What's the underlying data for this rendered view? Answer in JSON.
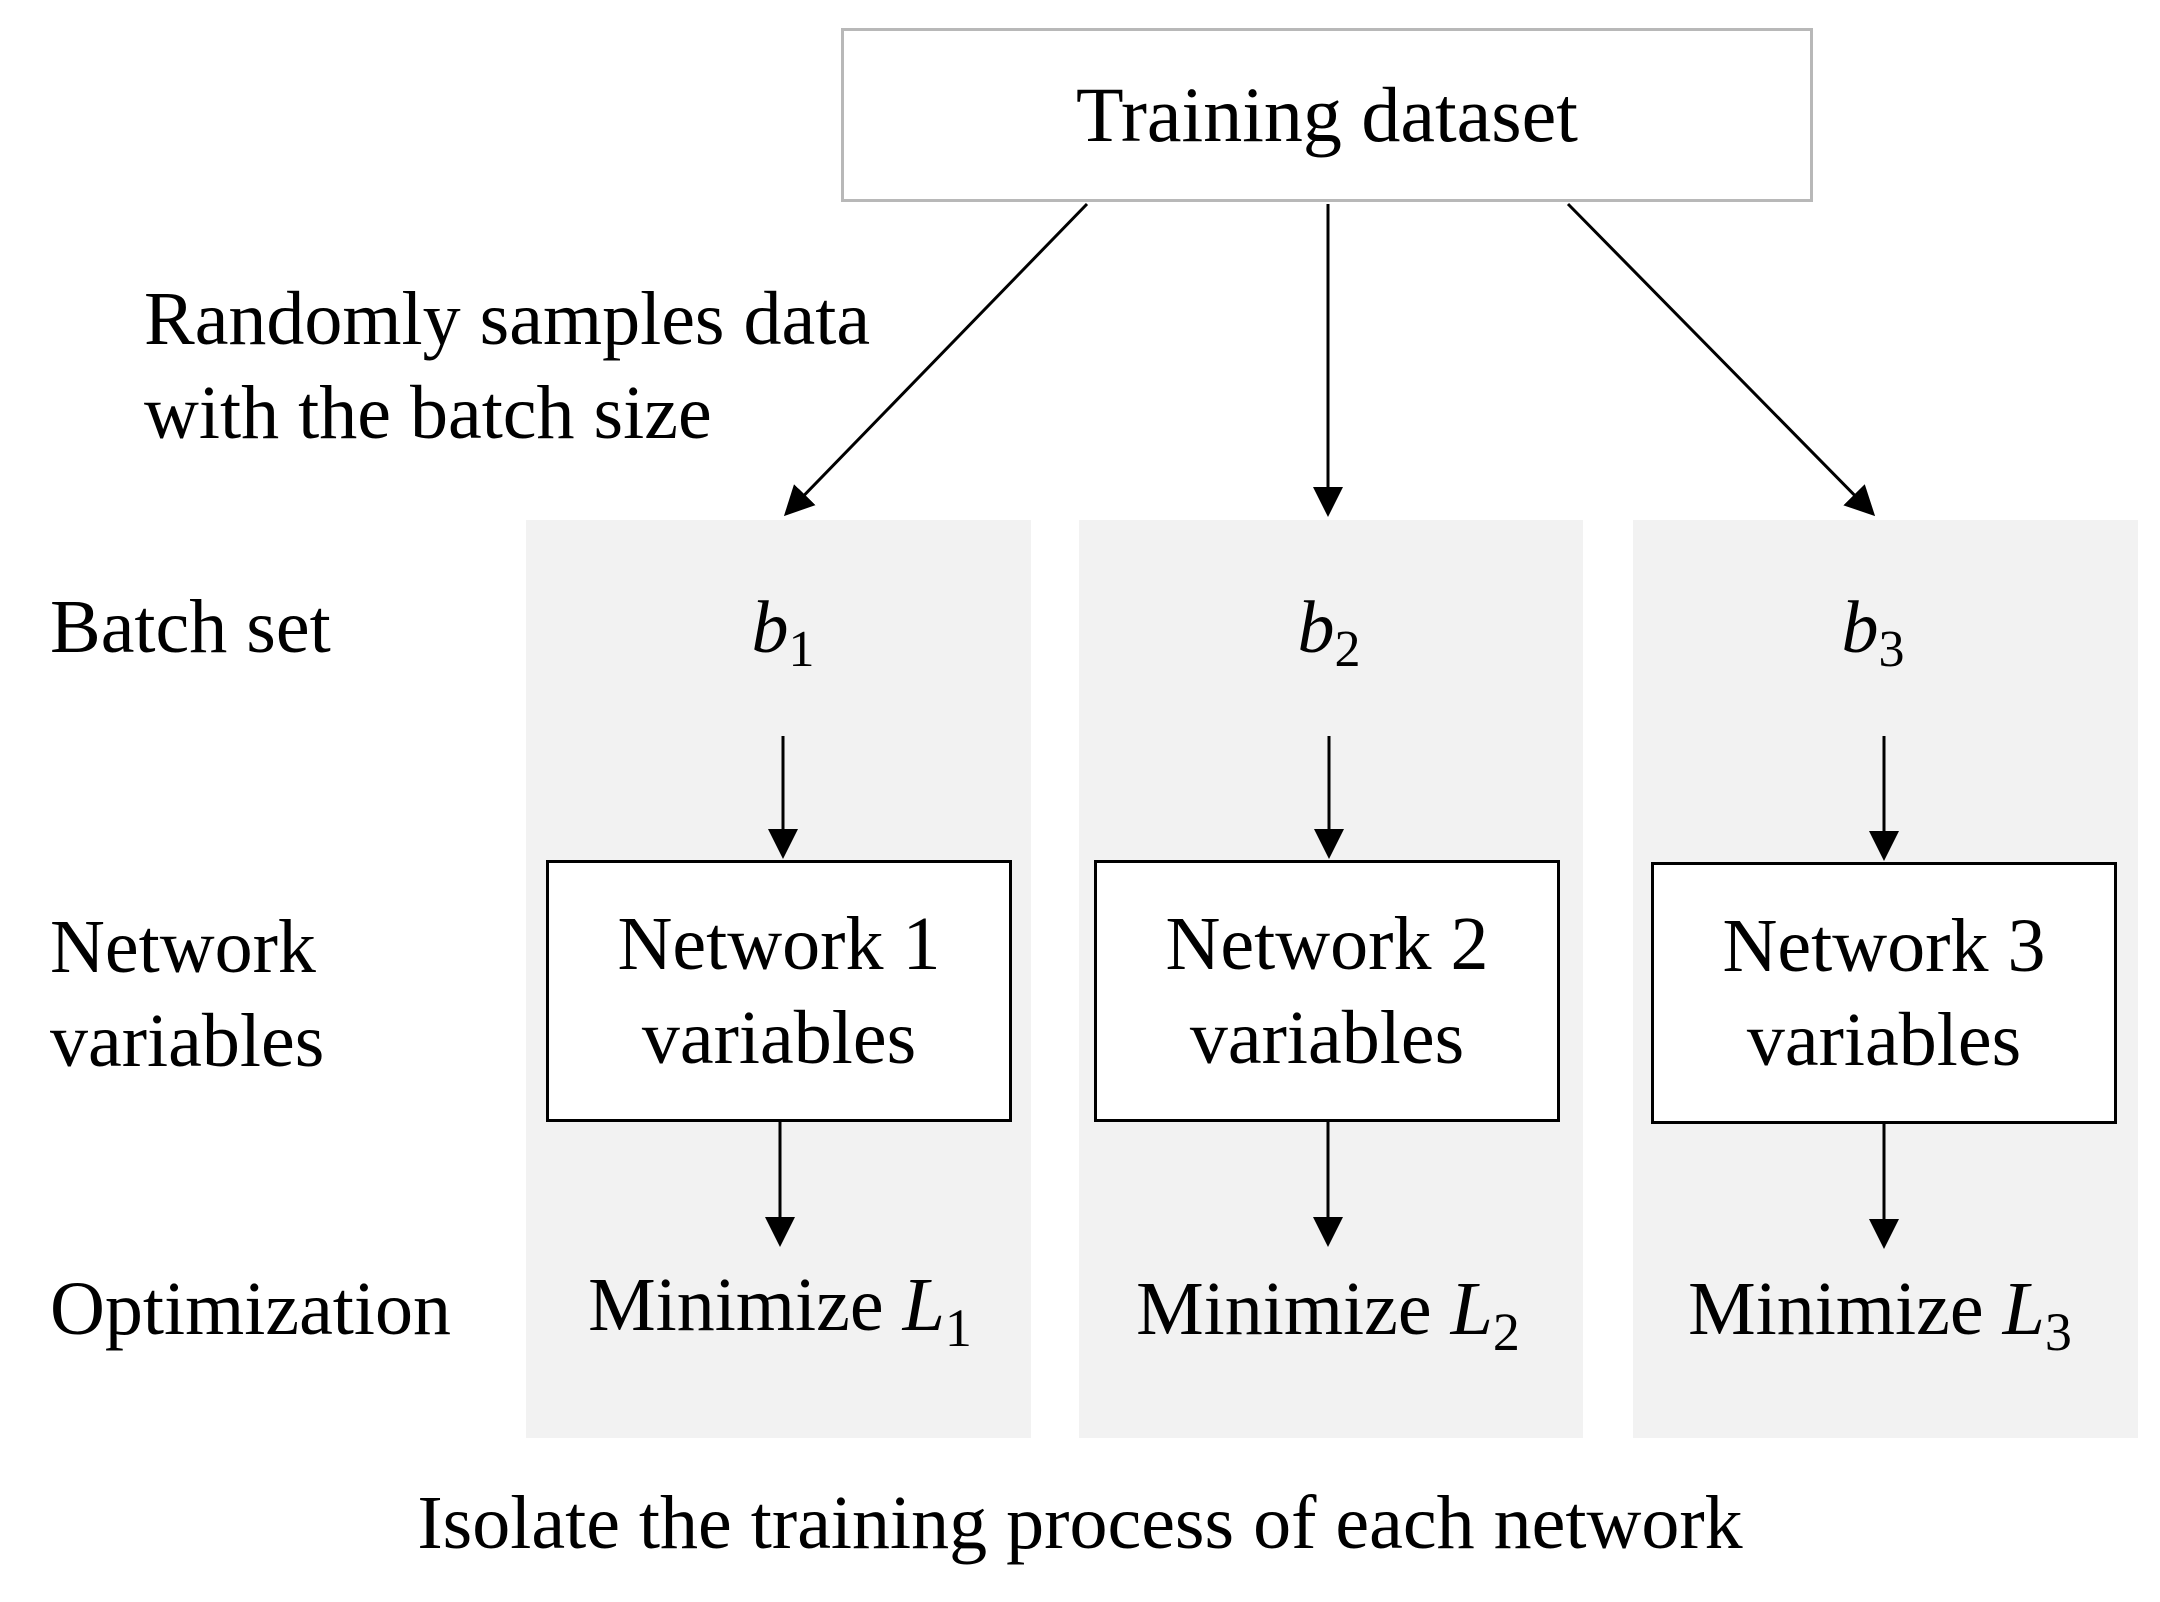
{
  "top_box": "Training dataset",
  "sampling_label": [
    "Randomly samples data",
    "with the batch size"
  ],
  "row_labels": {
    "batch_set": "Batch set",
    "network_variables": [
      "Network",
      "variables"
    ],
    "optimization": "Optimization"
  },
  "columns": [
    {
      "batch_symbol": "b",
      "index": "1",
      "network_line1": "Network 1",
      "network_line2": "variables",
      "minimize_text": "Minimize ",
      "loss_symbol": "L"
    },
    {
      "batch_symbol": "b",
      "index": "2",
      "network_line1": "Network 2",
      "network_line2": "variables",
      "minimize_text": "Minimize ",
      "loss_symbol": "L"
    },
    {
      "batch_symbol": "b",
      "index": "3",
      "network_line1": "Network 3",
      "network_line2": "variables",
      "minimize_text": "Minimize ",
      "loss_symbol": "L"
    }
  ],
  "caption": "Isolate the training process of each network"
}
